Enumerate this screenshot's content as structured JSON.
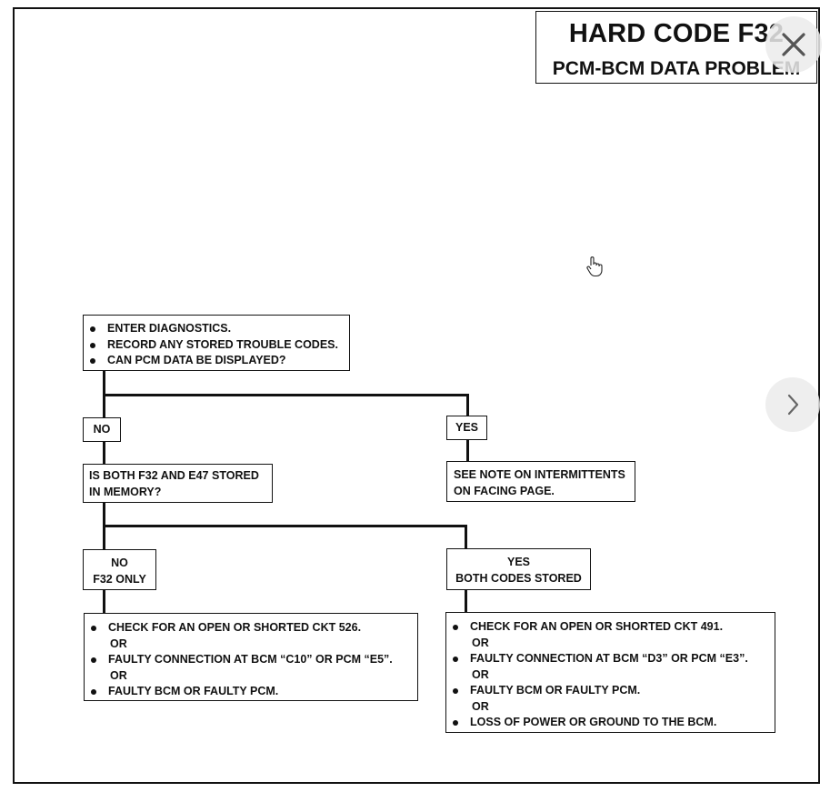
{
  "title": {
    "main": "HARD CODE F32",
    "sub": "PCM-BCM DATA PROBLEM"
  },
  "controls": {
    "close_icon": "close-icon",
    "next_icon": "chevron-right-icon",
    "cursor_icon": "hand-pointer-icon"
  },
  "flowchart": {
    "start": {
      "items": [
        "ENTER DIAGNOSTICS.",
        "RECORD ANY STORED TROUBLE CODES.",
        "CAN PCM DATA BE DISPLAYED?"
      ]
    },
    "branch1": {
      "no_label": "NO",
      "yes_label": "YES"
    },
    "question2": {
      "line1": "IS BOTH F32 AND E47 STORED",
      "line2": "IN MEMORY?"
    },
    "yes_result": {
      "line1": "SEE NOTE ON INTERMITTENTS",
      "line2": "ON FACING PAGE."
    },
    "branch2": {
      "no_line1": "NO",
      "no_line2": "F32 ONLY",
      "yes_line1": "YES",
      "yes_line2": "BOTH CODES STORED"
    },
    "f32_only_actions": {
      "item1": "CHECK FOR AN OPEN OR SHORTED CKT 526.",
      "or1": "OR",
      "item2": "FAULTY CONNECTION AT BCM “C10” OR PCM “E5”.",
      "or2": "OR",
      "item3": "FAULTY BCM OR FAULTY PCM."
    },
    "both_codes_actions": {
      "item1": "CHECK FOR AN OPEN OR SHORTED CKT 491.",
      "or1": "OR",
      "item2": "FAULTY CONNECTION AT BCM “D3” OR PCM “E3”.",
      "or2": "OR",
      "item3": "FAULTY BCM OR FAULTY PCM.",
      "or3": "OR",
      "item4": "LOSS OF POWER OR GROUND TO THE BCM."
    }
  }
}
